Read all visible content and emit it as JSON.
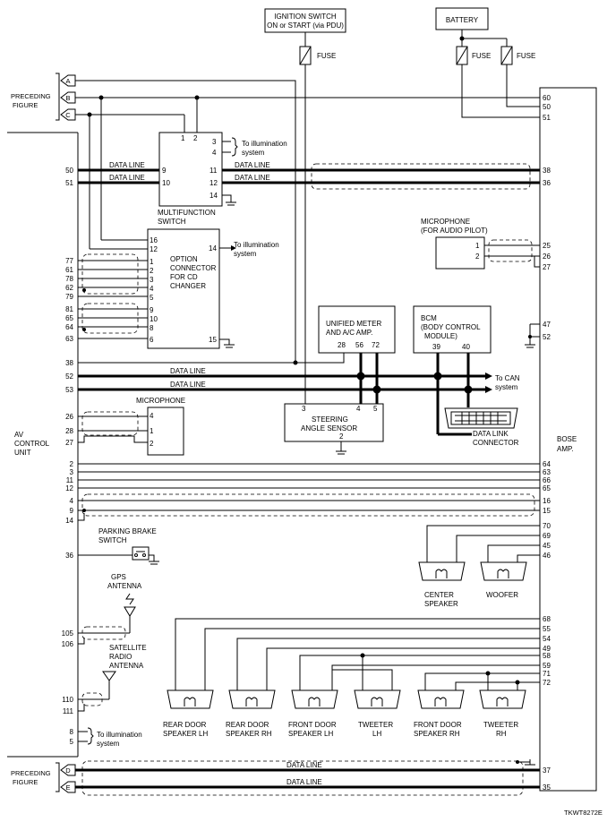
{
  "diagram_code": "TKWT8272E",
  "power": {
    "ignition": [
      "IGNITION SWITCH",
      "ON or START (via PDU)"
    ],
    "battery": "BATTERY",
    "fuse": "FUSE"
  },
  "preceding_figure": [
    "PRECEDING",
    "FIGURE"
  ],
  "connectors_top": [
    "A",
    "B",
    "C"
  ],
  "connectors_bottom": [
    "D",
    "E"
  ],
  "data_line": "DATA LINE",
  "av_unit": [
    "AV",
    "CONTROL",
    "UNIT"
  ],
  "bose_amp": [
    "BOSE",
    "AMP."
  ],
  "illumination": [
    "To illumination",
    "system"
  ],
  "multifunction": {
    "label": [
      "MULTIFUNCTION",
      "SWITCH"
    ],
    "pins": [
      "1",
      "2",
      "3",
      "4",
      "9",
      "10",
      "11",
      "12",
      "14"
    ]
  },
  "option_connector": {
    "label": [
      "OPTION",
      "CONNECTOR",
      "FOR CD",
      "CHANGER"
    ],
    "pins": [
      "16",
      "12",
      "14",
      "1",
      "2",
      "3",
      "4",
      "5",
      "9",
      "10",
      "8",
      "6",
      "15"
    ]
  },
  "microphone_pilot": {
    "label": [
      "MICROPHONE",
      "(FOR AUDIO PILOT)"
    ],
    "pins": [
      "1",
      "2"
    ]
  },
  "unified_meter": {
    "label": [
      "UNIFIED METER",
      "AND A/C AMP."
    ],
    "pins": [
      "28",
      "56",
      "72"
    ]
  },
  "bcm": {
    "label": [
      "BCM",
      "(BODY CONTROL",
      "MODULE)"
    ],
    "pins": [
      "39",
      "40"
    ]
  },
  "can": [
    "To CAN",
    "system"
  ],
  "steering": {
    "label": [
      "STEERING",
      "ANGLE SENSOR"
    ],
    "pins": [
      "3",
      "4",
      "5",
      "2"
    ]
  },
  "dlc": [
    "DATA LINK",
    "CONNECTOR"
  ],
  "microphone": {
    "label": "MICROPHONE",
    "pins": [
      "4",
      "1",
      "2"
    ]
  },
  "parking_brake": [
    "PARKING BRAKE",
    "SWITCH"
  ],
  "gps": [
    "GPS",
    "ANTENNA"
  ],
  "satellite": [
    "SATELLITE",
    "RADIO",
    "ANTENNA"
  ],
  "speakers": {
    "center": [
      "CENTER",
      "SPEAKER"
    ],
    "woofer": "WOOFER",
    "rear_lh": [
      "REAR DOOR",
      "SPEAKER LH"
    ],
    "rear_rh": [
      "REAR DOOR",
      "SPEAKER RH"
    ],
    "front_lh": [
      "FRONT DOOR",
      "SPEAKER LH"
    ],
    "tweeter_lh": [
      "TWEETER",
      "LH"
    ],
    "front_rh": [
      "FRONT DOOR",
      "SPEAKER RH"
    ],
    "tweeter_rh": [
      "TWEETER",
      "RH"
    ]
  },
  "left_pins": [
    "50",
    "51",
    "77",
    "61",
    "78",
    "62",
    "79",
    "81",
    "65",
    "64",
    "63",
    "38",
    "52",
    "53",
    "26",
    "28",
    "27",
    "2",
    "3",
    "11",
    "12",
    "4",
    "9",
    "14",
    "36",
    "105",
    "106",
    "110",
    "111",
    "8",
    "5"
  ],
  "right_pins": [
    "60",
    "50",
    "51",
    "38",
    "36",
    "25",
    "26",
    "27",
    "47",
    "52",
    "64",
    "63",
    "66",
    "65",
    "16",
    "15",
    "70",
    "69",
    "45",
    "46",
    "68",
    "55",
    "54",
    "49",
    "58",
    "59",
    "71",
    "72",
    "37",
    "35"
  ]
}
